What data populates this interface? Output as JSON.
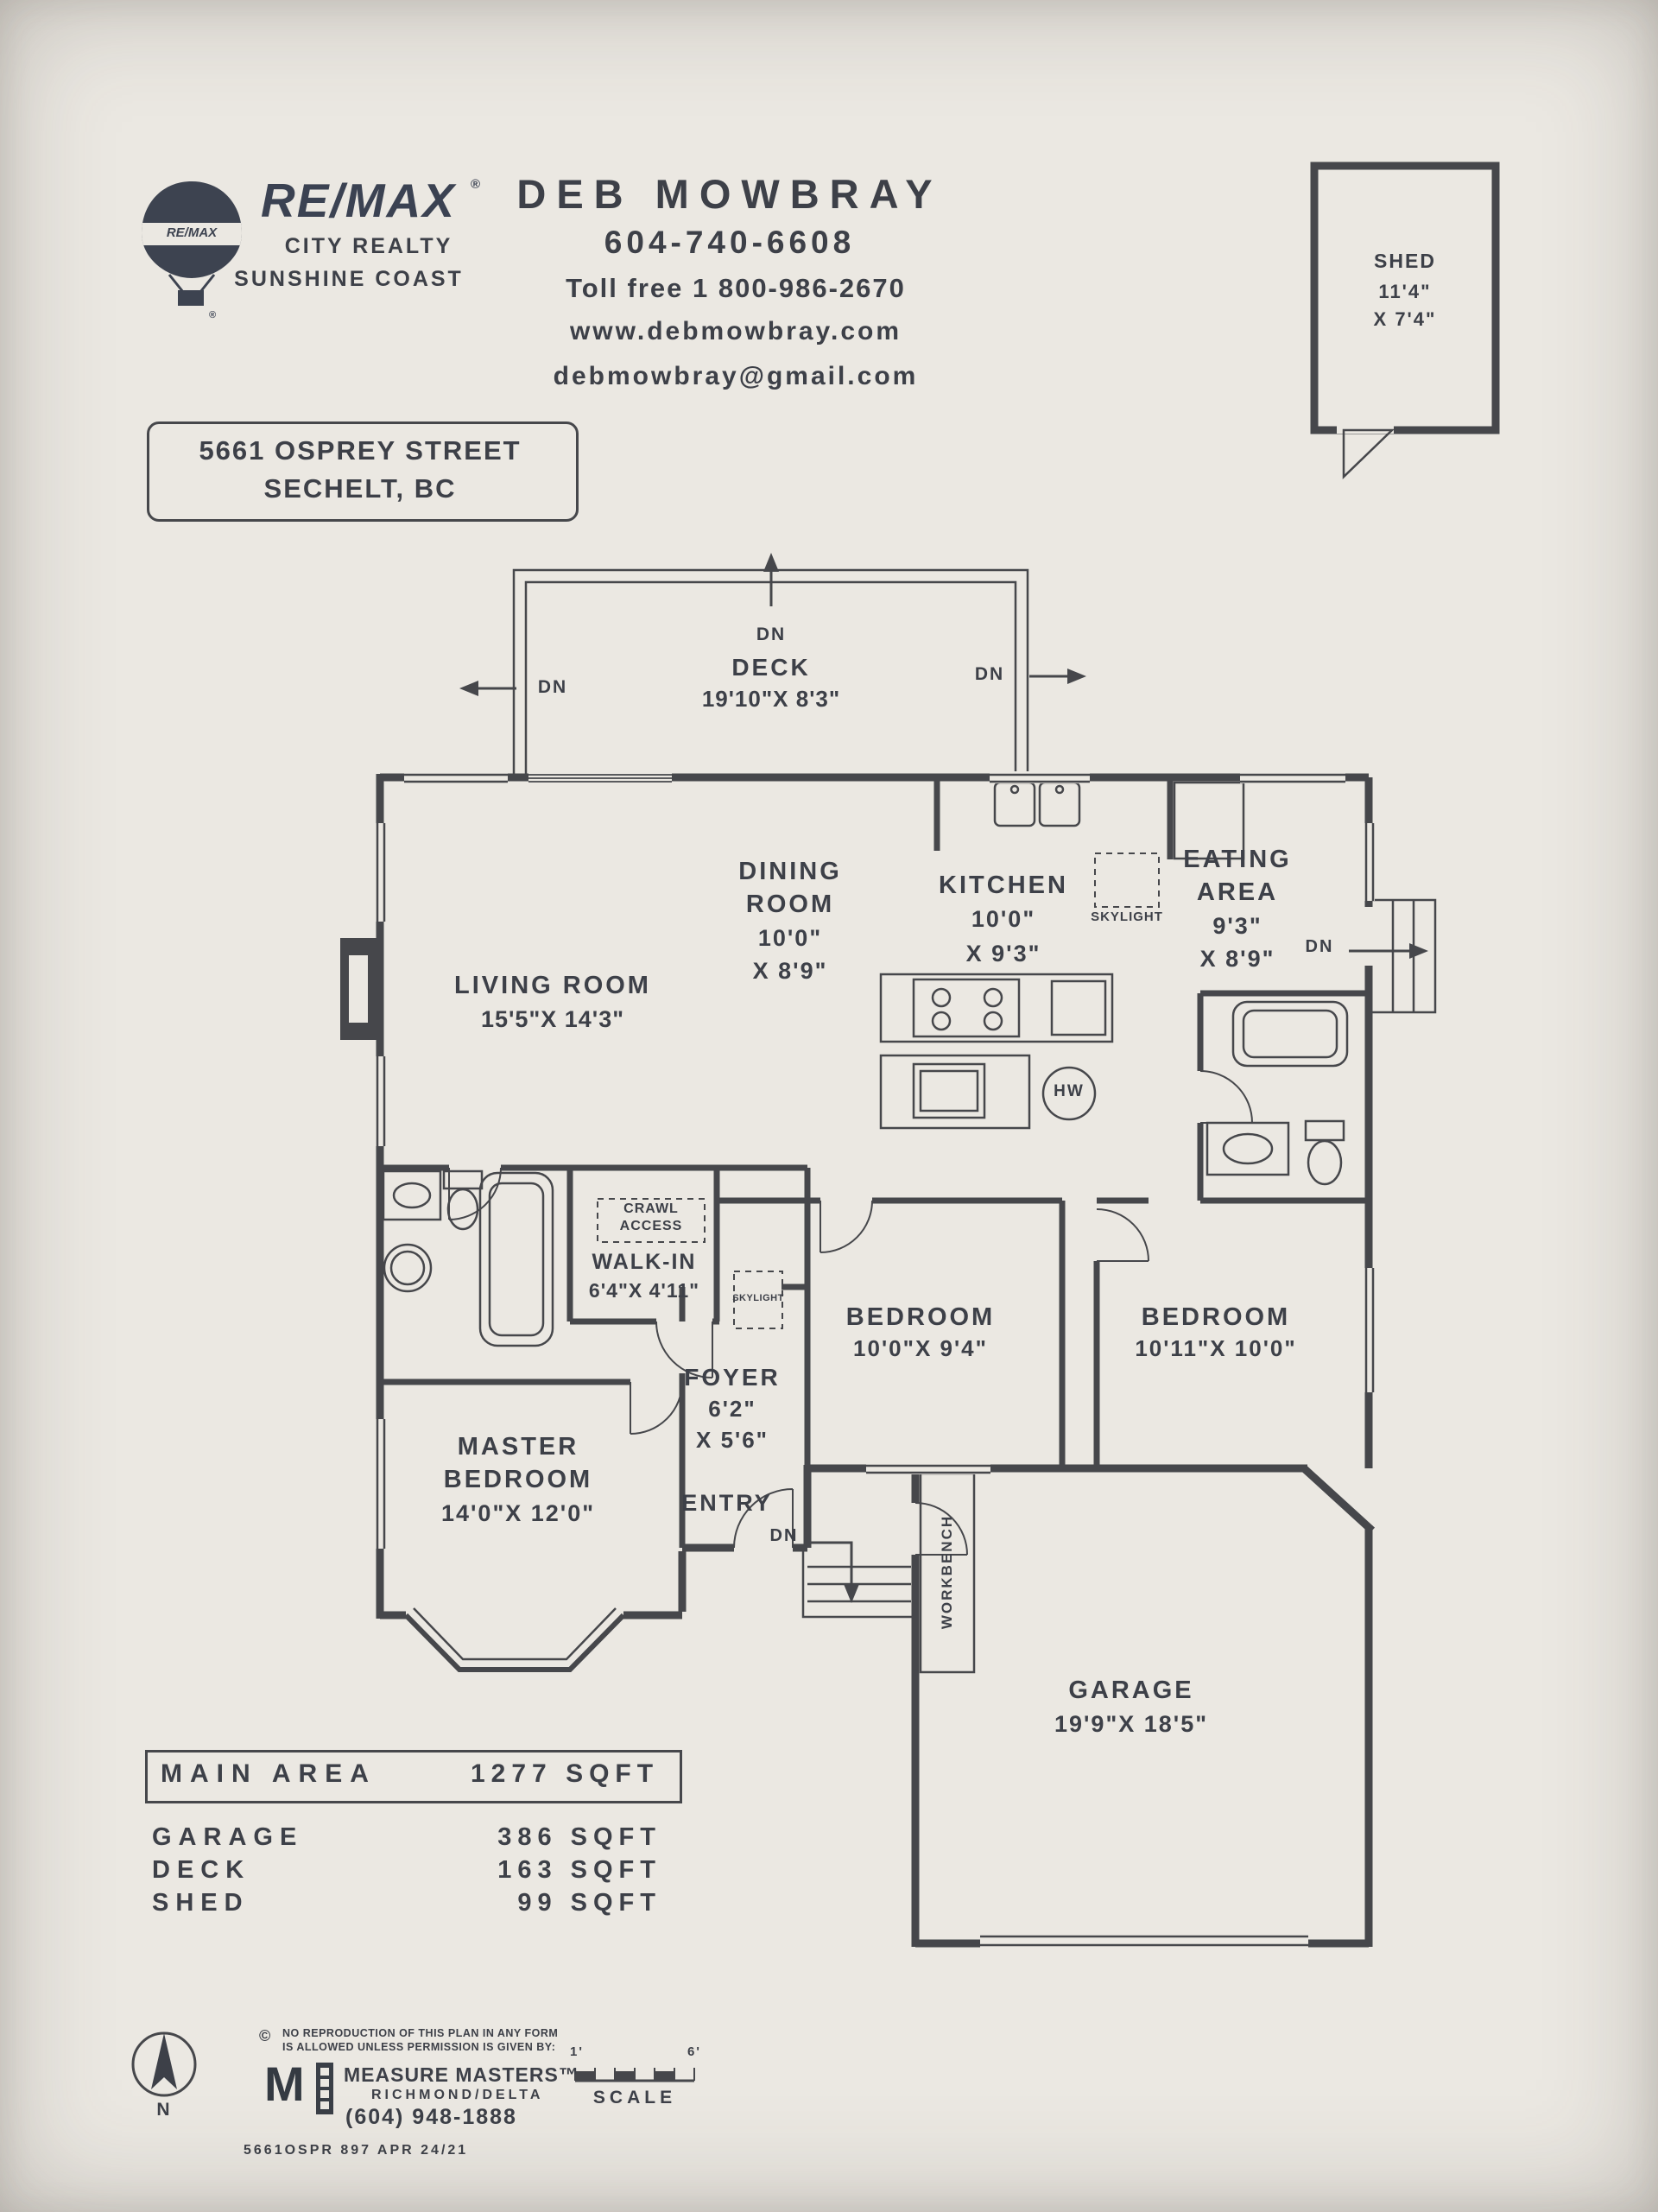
{
  "brand": {
    "name": "RE/MAX",
    "reg": "®",
    "line1": "CITY REALTY",
    "line2": "SUNSHINE COAST"
  },
  "agent": {
    "name": "DEB MOWBRAY",
    "phone": "604-740-6608",
    "tollfree": "Toll free 1 800-986-2670",
    "website": "www.debmowbray.com",
    "email": "debmowbray@gmail.com"
  },
  "address": {
    "line1": "5661 OSPREY STREET",
    "line2": "SECHELT, BC"
  },
  "shed": {
    "label": "SHED",
    "dim1": "11'4\"",
    "dim2": "X 7'4\""
  },
  "plan": {
    "dn": "DN",
    "deck": {
      "label": "DECK",
      "dims": "19'10\"X 8'3\""
    },
    "living": {
      "label": "LIVING ROOM",
      "dims": "15'5\"X 14'3\""
    },
    "dining": {
      "l1": "DINING",
      "l2": "ROOM",
      "d1": "10'0\"",
      "d2": "X 8'9\""
    },
    "kitchen": {
      "label": "KITCHEN",
      "d1": "10'0\"",
      "d2": "X 9'3\""
    },
    "eating": {
      "l1": "EATING",
      "l2": "AREA",
      "d1": "9'3\"",
      "d2": "X 8'9\""
    },
    "skylight": "SKYLIGHT",
    "hw": "HW",
    "crawl": {
      "l1": "CRAWL",
      "l2": "ACCESS"
    },
    "walkin": {
      "label": "WALK-IN",
      "dims": "6'4\"X 4'11\""
    },
    "foyer": {
      "label": "FOYER",
      "d1": "6'2\"",
      "d2": "X 5'6\""
    },
    "bedroom1": {
      "label": "BEDROOM",
      "dims": "10'0\"X 9'4\""
    },
    "bedroom2": {
      "label": "BEDROOM",
      "dims": "10'11\"X 10'0\""
    },
    "master": {
      "l1": "MASTER",
      "l2": "BEDROOM",
      "dims": "14'0\"X 12'0\""
    },
    "entry": "ENTRY",
    "workbench": "WORKBENCH",
    "garage": {
      "label": "GARAGE",
      "dims": "19'9\"X 18'5\""
    }
  },
  "areas": {
    "main": {
      "label": "MAIN AREA",
      "value": "1277 SQFT"
    },
    "rows": [
      {
        "label": "GARAGE",
        "value": "386 SQFT"
      },
      {
        "label": "DECK",
        "value": "163 SQFT"
      },
      {
        "label": "SHED",
        "value": "99 SQFT"
      }
    ]
  },
  "footer": {
    "copyright_symbol": "©",
    "copyright1": "NO REPRODUCTION OF THIS PLAN IN ANY FORM",
    "copyright2": "IS ALLOWED UNLESS PERMISSION IS GIVEN BY:",
    "logo_m": "M",
    "company": "MEASURE MASTERS™",
    "region": "RICHMOND/DELTA",
    "phone": "(604) 948-1888",
    "file": "5661OSPR   897    APR 24/21",
    "scale_label": "SCALE",
    "scale_left": "1'",
    "scale_right": "6'",
    "north": "N"
  }
}
